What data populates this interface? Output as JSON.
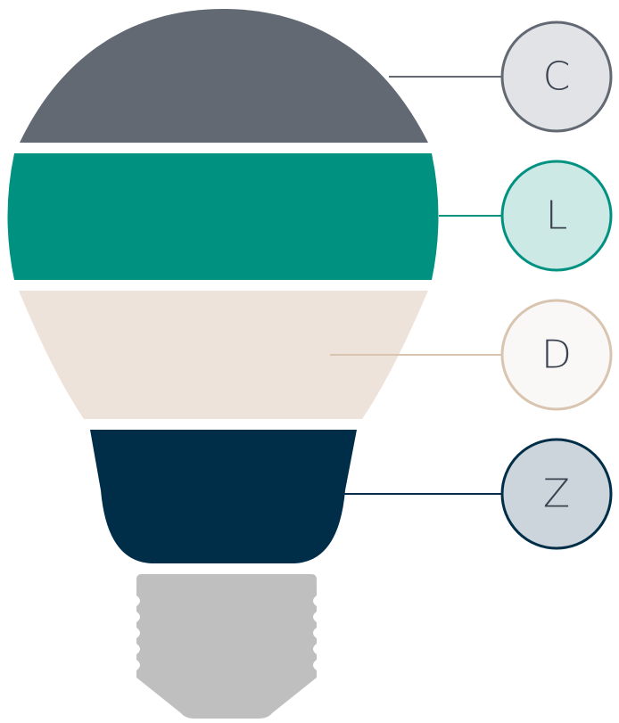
{
  "segments": [
    {
      "id": "c",
      "letter": "C",
      "fill": "#626973",
      "marker_fill": "#E1E3E6",
      "marker_stroke": "#626973",
      "line_color": "#626973"
    },
    {
      "id": "l",
      "letter": "L",
      "fill": "#009181",
      "marker_fill": "#CCE9E6",
      "marker_stroke": "#009181",
      "line_color": "#009181"
    },
    {
      "id": "d",
      "letter": "D",
      "fill": "#EEE3DA",
      "marker_fill": "#F9F8F6",
      "marker_stroke": "#D9C4B0",
      "line_color": "#D9C4B0"
    },
    {
      "id": "z",
      "letter": "Z",
      "fill": "#002D48",
      "marker_fill": "#CCD5DB",
      "marker_stroke": "#002D48",
      "line_color": "#002D48"
    }
  ],
  "base_color": "#BFBFBF",
  "letter_color": "#3A4250"
}
